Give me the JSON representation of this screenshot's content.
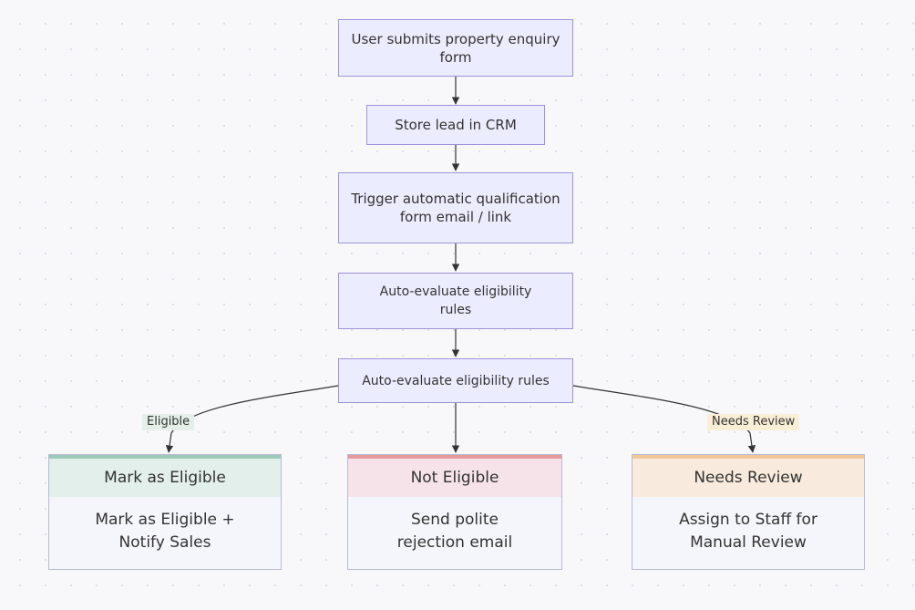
{
  "nodes": {
    "submit": "User submits property enquiry form",
    "store": "Store lead in CRM",
    "trigger": "Trigger automatic qualification form email / link",
    "evaluate": "Auto-evaluate eligibility rules",
    "decision": "Auto-evaluate eligibility rules"
  },
  "edge_labels": {
    "eligible": "Eligible",
    "needs_review": "Needs Review"
  },
  "outcomes": [
    {
      "title": "Mark as Eligible",
      "body": "Mark as Eligible + Notify Sales",
      "color": "#9ccbb9"
    },
    {
      "title": "Not Eligible",
      "body": "Send polite rejection email",
      "color": "#e59a9c"
    },
    {
      "title": "Needs Review",
      "body": "Assign to Staff for Manual Review",
      "color": "#f1c79a"
    }
  ]
}
